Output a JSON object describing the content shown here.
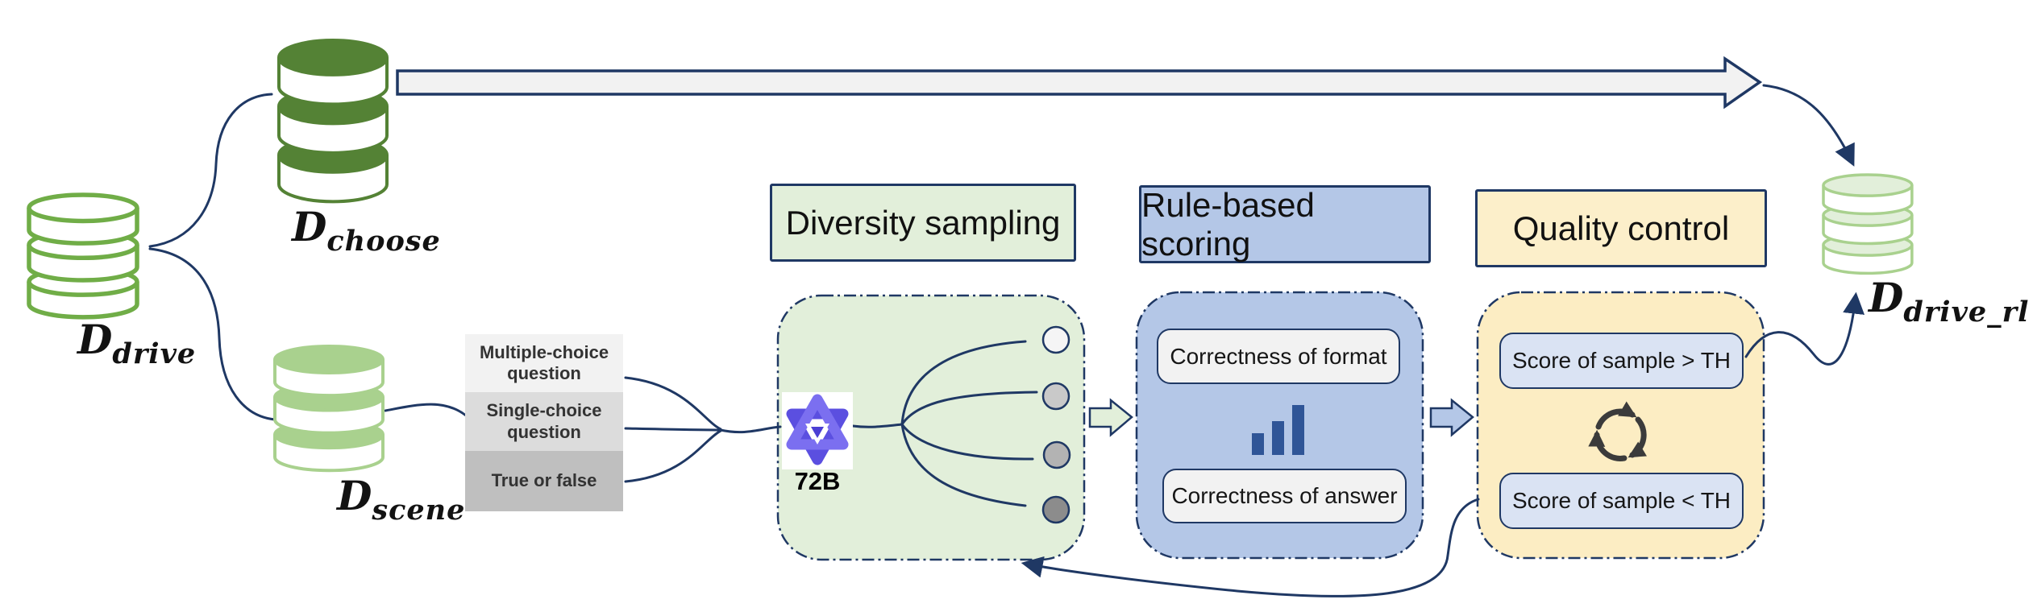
{
  "colors": {
    "navy": "#1f3864",
    "green-dark": "#548235",
    "green-mid": "#70ad47",
    "green-light": "#a9d18e",
    "green-pale": "#e2efda",
    "blue-fill": "#b4c7e7",
    "blue-box": "#dae3f3",
    "bar-blue": "#2f5597",
    "yellow-header": "#fcefca",
    "yellow-fill": "#fcedc3",
    "gray-arrow-fill": "#f2f2f2",
    "gray-box-1": "#f2f2f2",
    "gray-box-2": "#dcdcdc",
    "gray-box-3": "#bfbfbf",
    "circle-1": "#f5f5f5",
    "circle-2": "#c9c9c9",
    "circle-3": "#b3b3b3",
    "circle-4": "#8c8c8c",
    "logo-purple": "#5b4fe0",
    "logo-purple-light": "#7b6ff0",
    "logo-purple-deep": "#4b3fd4",
    "icon-dark": "#3b3b3b"
  },
  "databases": {
    "drive": {
      "label_main": "D",
      "label_sub": "drive"
    },
    "choose": {
      "label_main": "D",
      "label_sub": "choose"
    },
    "scene": {
      "label_main": "D",
      "label_sub": "scene"
    },
    "drive_rl": {
      "label_main": "D",
      "label_sub": "drive_rl"
    }
  },
  "question_types": [
    {
      "label": "Multiple-choice question"
    },
    {
      "label": "Single-choice question"
    },
    {
      "label": "True or false"
    }
  ],
  "model": {
    "label": "72B"
  },
  "stages": {
    "diversity": {
      "title": "Diversity sampling"
    },
    "rule": {
      "title": "Rule-based scoring",
      "items": [
        {
          "label": "Correctness of format"
        },
        {
          "label": "Correctness of answer"
        }
      ]
    },
    "quality": {
      "title": "Quality control",
      "items": [
        {
          "label": "Score of sample > TH"
        },
        {
          "label": "Score of sample < TH"
        }
      ]
    }
  }
}
